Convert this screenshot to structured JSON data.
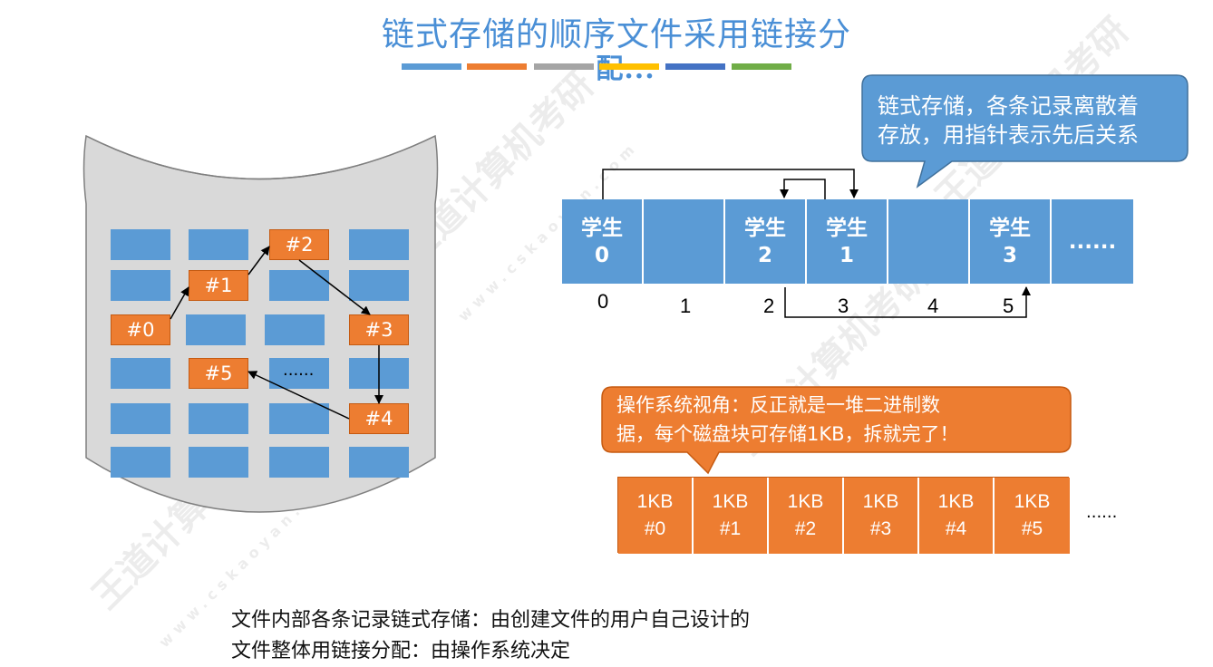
{
  "title": "链式存储的顺序文件采用链接分配...",
  "title_line1": "链式存储的顺序文件采用链接分",
  "title_line2": "配...",
  "title_bar_colors": [
    "#5b9bd5",
    "#ed7d31",
    "#a5a5a5",
    "#ffc000",
    "#4472c4",
    "#70ad47"
  ],
  "disk_blocks": [
    {
      "label": "#0"
    },
    {
      "label": "#1"
    },
    {
      "label": "#2"
    },
    {
      "label": "#3"
    },
    {
      "label": "#4"
    },
    {
      "label": "#5"
    }
  ],
  "disk_ellipsis": "......",
  "record_bubble": "链式存储，各条记录离散着存放，用指针表示先后关系",
  "record_bubble_line1": "链式存储，各条记录离散着",
  "record_bubble_line2": "存放，用指针表示先后关系",
  "records": [
    {
      "line1": "学生",
      "line2": "0"
    },
    {
      "line1": "",
      "line2": ""
    },
    {
      "line1": "学生",
      "line2": "2"
    },
    {
      "line1": "学生",
      "line2": "1"
    },
    {
      "line1": "",
      "line2": ""
    },
    {
      "line1": "学生",
      "line2": "3"
    },
    {
      "line1": "......",
      "line2": ""
    }
  ],
  "record_indices": [
    "0",
    "1",
    "2",
    "3",
    "4",
    "5"
  ],
  "os_bubble": "操作系统视角：反正就是一堆二进制数据，每个磁盘块可存储1KB，拆就完了！",
  "os_bubble_line1": "操作系统视角：反正就是一堆二进制数",
  "os_bubble_line2": "据，每个磁盘块可存储1KB，拆就完了！",
  "kb_blocks": [
    {
      "size": "1KB",
      "id": "#0"
    },
    {
      "size": "1KB",
      "id": "#1"
    },
    {
      "size": "1KB",
      "id": "#2"
    },
    {
      "size": "1KB",
      "id": "#3"
    },
    {
      "size": "1KB",
      "id": "#4"
    },
    {
      "size": "1KB",
      "id": "#5"
    }
  ],
  "kb_ellipsis": "......",
  "bottom_line1": "文件内部各条记录链式存储：由创建文件的用户自己设计的",
  "bottom_line2": "文件整体用链接分配：由操作系统决定",
  "watermark_brand": "王道计算机考研",
  "watermark_url": "www.cskaoyan.com"
}
